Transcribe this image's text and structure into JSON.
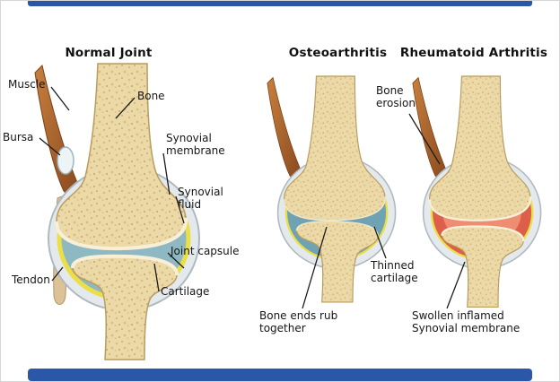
{
  "panels": {
    "normal": {
      "title": "Normal Joint",
      "labels": {
        "muscle": "Muscle",
        "bone": "Bone",
        "bursa": "Bursa",
        "synovial_membrane": "Synovial membrane",
        "synovial_fluid": "Synovial fluid",
        "joint_capsule": "Joint capsule",
        "tendon": "Tendon",
        "cartilage": "Cartilage"
      }
    },
    "osteoarthritis": {
      "title": "Osteoarthritis",
      "labels": {
        "bone_ends": "Bone ends rub together",
        "thinned_cartilage": "Thinned cartilage"
      }
    },
    "rheumatoid": {
      "title": "Rheumatoid Arthritis",
      "labels": {
        "bone_erosion": "Bone erosion",
        "swollen_membrane": "Swollen inflamed Synovial membrane"
      }
    }
  },
  "colors": {
    "background": "#ffffff",
    "accent_bar": "#2b57a8",
    "bone": "#ecd9a8",
    "bone_outline": "#b99c5f",
    "cartilage_highlight": "#f7efd8",
    "synovial_fluid_normal": "#8fb9c2",
    "synovial_fluid_oa": "#6fa3b4",
    "inflamed_synovium": "#dd5f49",
    "inflamed_synovium_inner": "#ef8d72",
    "synovial_membrane_yellow": "#ecdf45",
    "muscle_brown": "#a9642d",
    "tendon_tan": "#dcc296",
    "capsule_gray": "#e3e9ec"
  }
}
